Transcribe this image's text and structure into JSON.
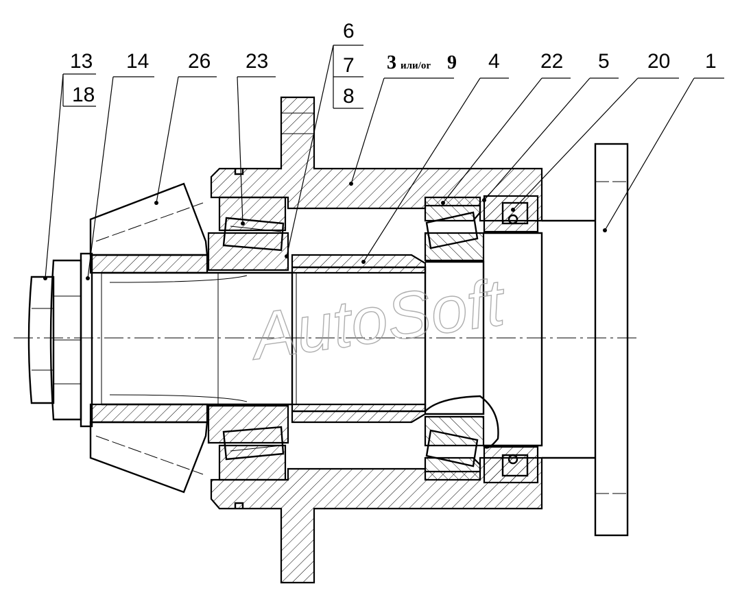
{
  "callouts": {
    "c13": "13",
    "c18": "18",
    "c14": "14",
    "c26": "26",
    "c23": "23",
    "c6": "6",
    "c7": "7",
    "c8": "8",
    "c3num": "3",
    "c3word": "или/or",
    "c9": "9",
    "c4": "4",
    "c22": "22",
    "c5": "5",
    "c20": "20",
    "c1": "1"
  },
  "watermark": "AutoSoft"
}
